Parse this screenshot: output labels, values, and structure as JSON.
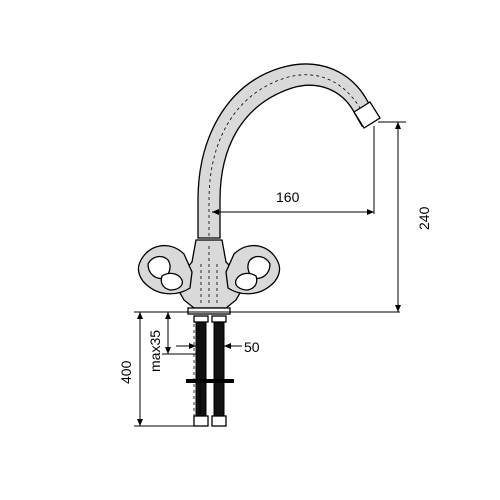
{
  "dimensions": {
    "reach": "160",
    "height": "240",
    "hose_length": "400",
    "max_thickness": "max35",
    "spacing": "50"
  }
}
